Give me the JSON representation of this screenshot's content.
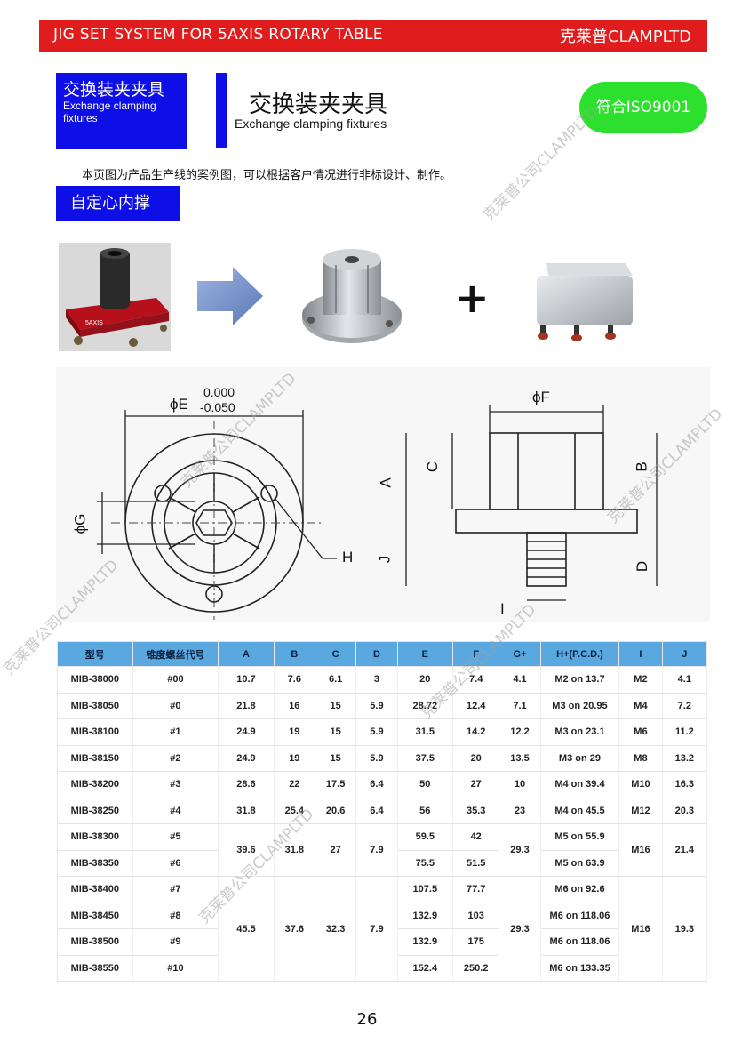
{
  "header": {
    "left_title": "JIG SET SYSTEM FOR 5AXIS ROTARY TABLE",
    "brand": "克莱普CLAMPLTD"
  },
  "section_box": {
    "title_cn": "交换装夹夹具",
    "title_en": "Exchange clamping fixtures"
  },
  "main_title": {
    "cn": "交换装夹夹具",
    "en": "Exchange clamping fixtures"
  },
  "iso_badge": "符合ISO9001",
  "intro_text": "本页图为产品生产线的案例图，可以根据客户情况进行非标设计、制作。",
  "subsection_tab": "自定心内撑",
  "photo": {
    "product_label": "5AXIS",
    "plus": "+",
    "colors": {
      "red_base": "#c8141c",
      "steel": "#a9adb3",
      "arrow": "#7b96c9"
    }
  },
  "drawing_labels": {
    "dia_e": "ϕE",
    "tol_upper": "0.000",
    "tol_lower": "-0.050",
    "dia_g": "ϕG",
    "h": "H",
    "dia_f": "ϕF",
    "a": "A",
    "b": "B",
    "c": "C",
    "d": "D",
    "i": "I",
    "j": "J"
  },
  "table": {
    "headers": [
      "型号",
      "锥度螺丝代号",
      "A",
      "B",
      "C",
      "D",
      "E",
      "F",
      "G+",
      "H+(P.C.D.)",
      "I",
      "J"
    ],
    "rows": [
      [
        "MIB-38000",
        "#00",
        "10.7",
        "7.6",
        "6.1",
        "3",
        "20",
        "7.4",
        "4.1",
        "M2 on 13.7",
        "M2",
        "4.1"
      ],
      [
        "MIB-38050",
        "#0",
        "21.8",
        "16",
        "15",
        "5.9",
        "28.72",
        "12.4",
        "7.1",
        "M3 on 20.95",
        "M4",
        "7.2"
      ],
      [
        "MIB-38100",
        "#1",
        "24.9",
        "19",
        "15",
        "5.9",
        "31.5",
        "14.2",
        "12.2",
        "M3 on 23.1",
        "M6",
        "11.2"
      ],
      [
        "MIB-38150",
        "#2",
        "24.9",
        "19",
        "15",
        "5.9",
        "37.5",
        "20",
        "13.5",
        "M3 on 29",
        "M8",
        "13.2"
      ],
      [
        "MIB-38200",
        "#3",
        "28.6",
        "22",
        "17.5",
        "6.4",
        "50",
        "27",
        "10",
        "M4 on 39.4",
        "M10",
        "16.3"
      ],
      [
        "MIB-38250",
        "#4",
        "31.8",
        "25.4",
        "20.6",
        "6.4",
        "56",
        "35.3",
        "23",
        "M4 on 45.5",
        "M12",
        "20.3"
      ]
    ],
    "group1": {
      "models": [
        "MIB-38300",
        "MIB-38350"
      ],
      "codes": [
        "#5",
        "#6"
      ],
      "a": "39.6",
      "b": "31.8",
      "c": "27",
      "d": "7.9",
      "e": [
        "59.5",
        "75.5"
      ],
      "f": [
        "42",
        "51.5"
      ],
      "g": "29.3",
      "h": [
        "M5 on 55.9",
        "M5 on 63.9"
      ],
      "i": "M16",
      "j": "21.4"
    },
    "group2": {
      "models": [
        "MIB-38400",
        "MIB-38450",
        "MIB-38500",
        "MIB-38550"
      ],
      "codes": [
        "#7",
        "#8",
        "#9",
        "#10"
      ],
      "a": "45.5",
      "b": "37.6",
      "c": "32.3",
      "d": "7.9",
      "e": [
        "107.5",
        "132.9",
        "132.9",
        "152.4"
      ],
      "f": [
        "77.7",
        "103",
        "175",
        "250.2"
      ],
      "g": "29.3",
      "h": [
        "M6 on 92.6",
        "M6 on 118.06",
        "M6 on 118.06",
        "M6 on 133.35"
      ],
      "i": "M16",
      "j": "19.3"
    }
  },
  "page_number": "26",
  "watermark": "克莱普公司CLAMPLTD"
}
